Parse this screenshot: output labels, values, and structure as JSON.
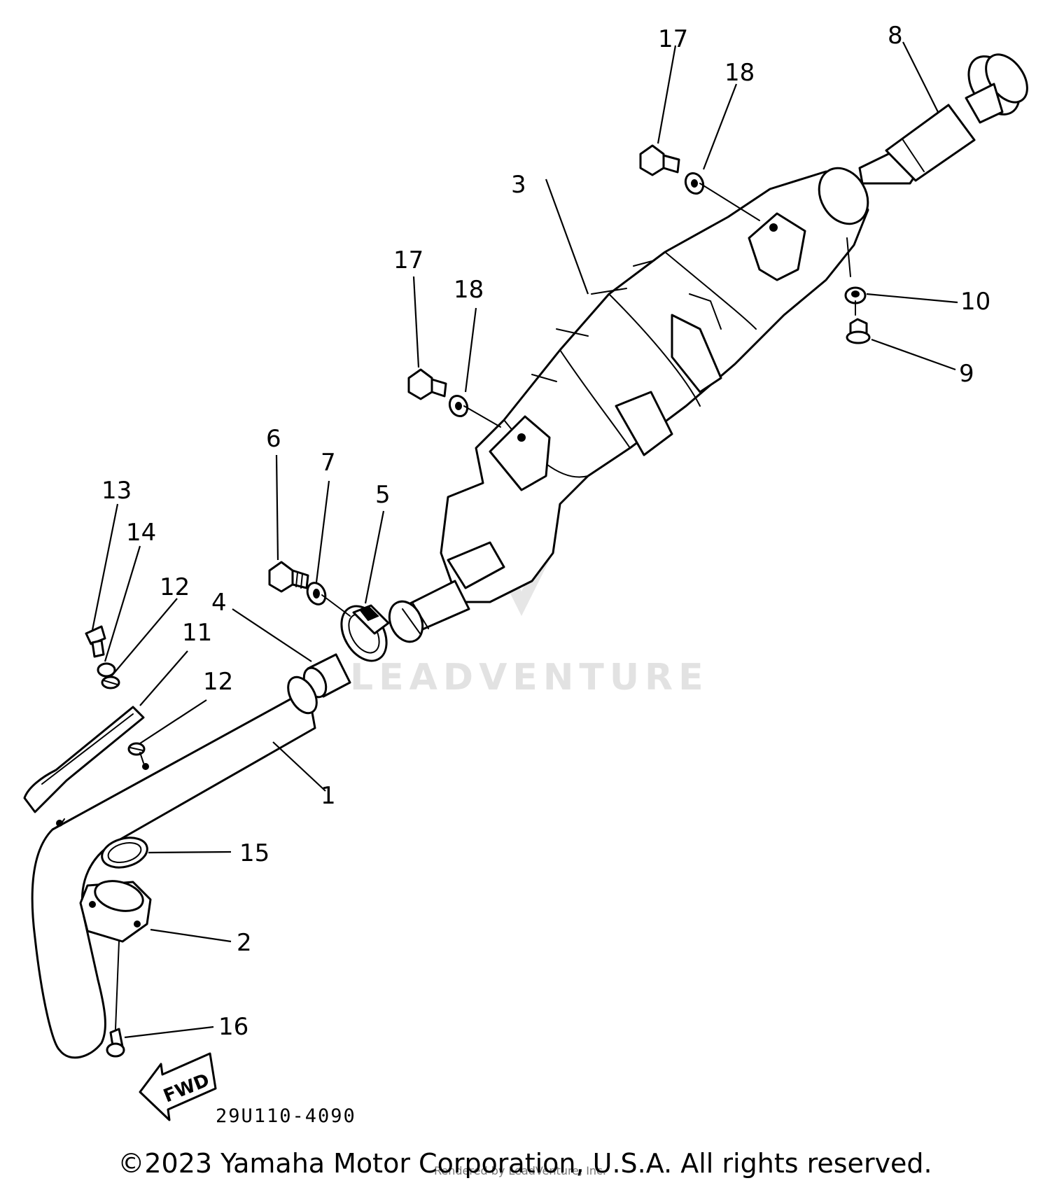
{
  "diagram": {
    "callouts": {
      "c1": "1",
      "c2": "2",
      "c3": "3",
      "c4": "4",
      "c5": "5",
      "c6": "6",
      "c7": "7",
      "c8": "8",
      "c9": "9",
      "c10": "10",
      "c11": "11",
      "c12a": "12",
      "c12b": "12",
      "c13": "13",
      "c14": "14",
      "c15": "15",
      "c16": "16",
      "c17a": "17",
      "c17b": "17",
      "c18a": "18",
      "c18b": "18"
    },
    "direction_label": "FWD",
    "drawing_code": "29U110-4090",
    "watermark": "LEADVENTURE",
    "watermark_small": "Rendered by LeadVenture, Inc."
  },
  "footer": {
    "copyright": "©2023 Yamaha Motor Corporation, U.S.A. All rights reserved."
  }
}
